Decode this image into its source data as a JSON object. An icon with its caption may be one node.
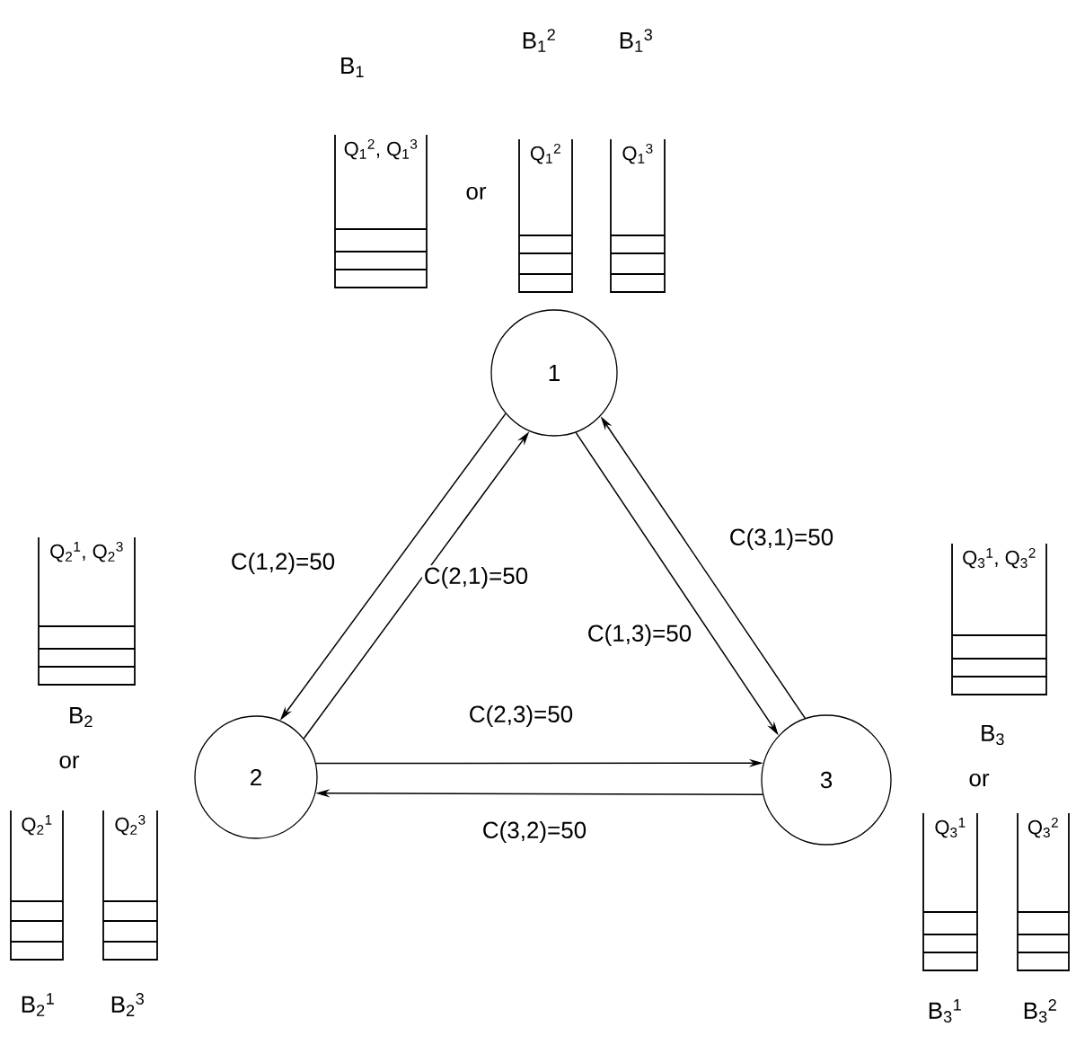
{
  "diagram": {
    "nodes": [
      {
        "text": [
          "1"
        ]
      },
      {
        "text": [
          "2"
        ]
      },
      {
        "text": [
          "3"
        ]
      },
      {
        "text": [
          "Q$_{1}$$^{2}$, Q$_{1}$$^{3}$"
        ],
        "beside": [
          "B$_{1}$"
        ]
      },
      {
        "text": [
          "Q$_{1}$$^{2}$"
        ],
        "beside": [
          "B$_{1}$$^{2}$"
        ]
      },
      {
        "text": [
          "Q$_{1}$$^{3}$"
        ],
        "beside": [
          "B$_{1}$$^{3}$"
        ]
      },
      {
        "text": [
          "Q$_{2}$$^{1}$, Q$_{2}$$^{3}$"
        ],
        "beside": [
          "B$_{2}$"
        ]
      },
      {
        "text": [
          "Q$_{2}$$^{1}$"
        ],
        "beside": [
          "B$_{2}$$^{1}$"
        ]
      },
      {
        "text": [
          "Q$_{2}$$^{3}$"
        ],
        "beside": [
          "B$_{2}$$^{3}$"
        ]
      },
      {
        "text": [
          "Q$_{3}$$^{1}$, Q$_{3}$$^{2}$"
        ],
        "beside": [
          "B$_{3}$"
        ]
      },
      {
        "text": [
          "Q$_{3}$$^{1}$"
        ],
        "beside": [
          "B$_{3}$$^{1}$"
        ]
      },
      {
        "text": [
          "Q$_{3}$$^{2}$"
        ],
        "beside": [
          "B$_{3}$$^{2}$"
        ]
      }
    ],
    "edges": [
      {
        "from": 0,
        "to": 1,
        "arrow": "to",
        "label": "C(1,2)=50"
      },
      {
        "from": 1,
        "to": 0,
        "arrow": "to",
        "label": "C(2,1)=50"
      },
      {
        "from": 2,
        "to": 0,
        "arrow": "to",
        "label": "C(3,1)=50"
      },
      {
        "from": 0,
        "to": 2,
        "arrow": "to",
        "label": "C(1,3)=50"
      },
      {
        "from": 1,
        "to": 2,
        "arrow": "to",
        "label": "C(2,3)=50"
      },
      {
        "from": 2,
        "to": 1,
        "arrow": "to",
        "label": "C(3,2)=50"
      }
    ],
    "labels": [
      "or",
      "or",
      "or"
    ]
  }
}
